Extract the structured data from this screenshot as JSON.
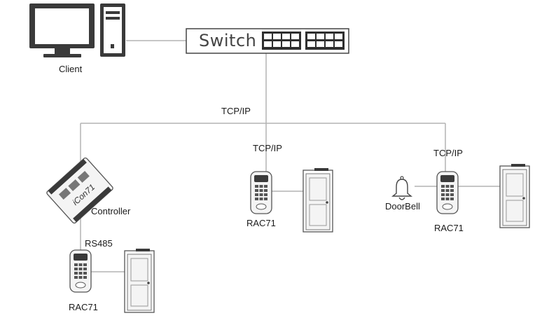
{
  "labels": {
    "client": "Client",
    "switch": "Switch",
    "tcpip_main": "TCP/IP",
    "tcpip_center": "TCP/IP",
    "tcpip_right": "TCP/IP",
    "controller": "Controller",
    "controller_brand": "iCon71",
    "rs485": "RS485",
    "reader_left": "RAC71",
    "reader_center": "RAC71",
    "reader_right": "RAC71",
    "doorbell": "DoorBell"
  },
  "colors": {
    "line": "#b3b3b3",
    "device_dark": "#3a3a3a",
    "device_light": "#f4f4f4",
    "outline": "#555555"
  },
  "icons": {
    "client": "desktop-computer-icon",
    "switch": "network-switch-icon",
    "controller": "access-controller-board-icon",
    "reader": "card-reader-keypad-icon",
    "door": "door-icon",
    "doorbell": "bell-icon"
  }
}
